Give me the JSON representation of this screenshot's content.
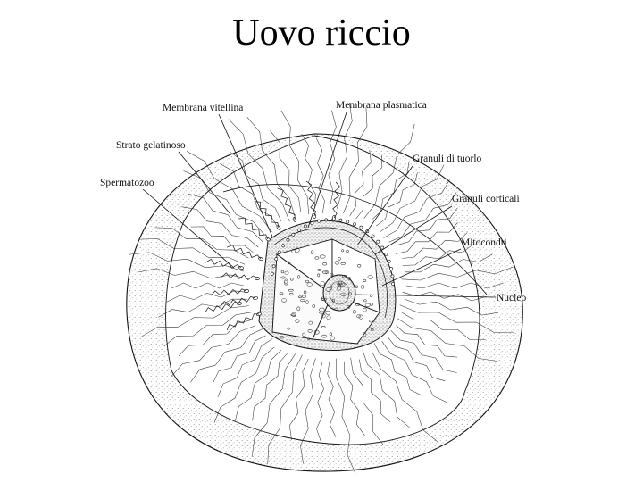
{
  "title": "Uovo riccio",
  "labels": {
    "membrana_vitellina": "Membrana vitellina",
    "membrana_plasmatica": "Membrana plasmatica",
    "strato_gelatinoso": "Strato gelatinoso",
    "granuli_di_tuorlo": "Granuli di tuorlo",
    "spermatozoo": "Spermatozoo",
    "granuli_corticali": "Granuli corticali",
    "mitocondri": "Mitocondri",
    "nucleo": "Nucleo"
  },
  "colors": {
    "ink": "#111111",
    "stipple": "#9a9a9a",
    "background": "#ffffff"
  }
}
